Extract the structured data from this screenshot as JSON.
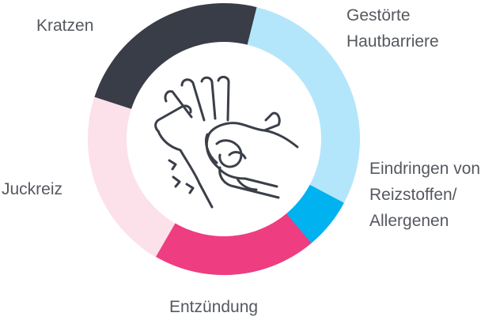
{
  "diagram": {
    "segments": [
      {
        "id": "kratzen",
        "color": "#383d47",
        "lines": [
          "Kratzen"
        ]
      },
      {
        "id": "barriere",
        "color": "#b3e6fa",
        "lines": [
          "Gestörte",
          "Hautbarriere"
        ]
      },
      {
        "id": "eindringen",
        "color": "#00b2ef",
        "lines": [
          "Eindringen von",
          "Reizstoffen/",
          "Allergenen"
        ]
      },
      {
        "id": "entzuendung",
        "color": "#ee3d80",
        "lines": [
          "Entzündung"
        ]
      },
      {
        "id": "juckreiz",
        "color": "#fce0ea",
        "lines": [
          "Juckreiz"
        ]
      }
    ],
    "center_icon": "scratching-hand-icon"
  }
}
